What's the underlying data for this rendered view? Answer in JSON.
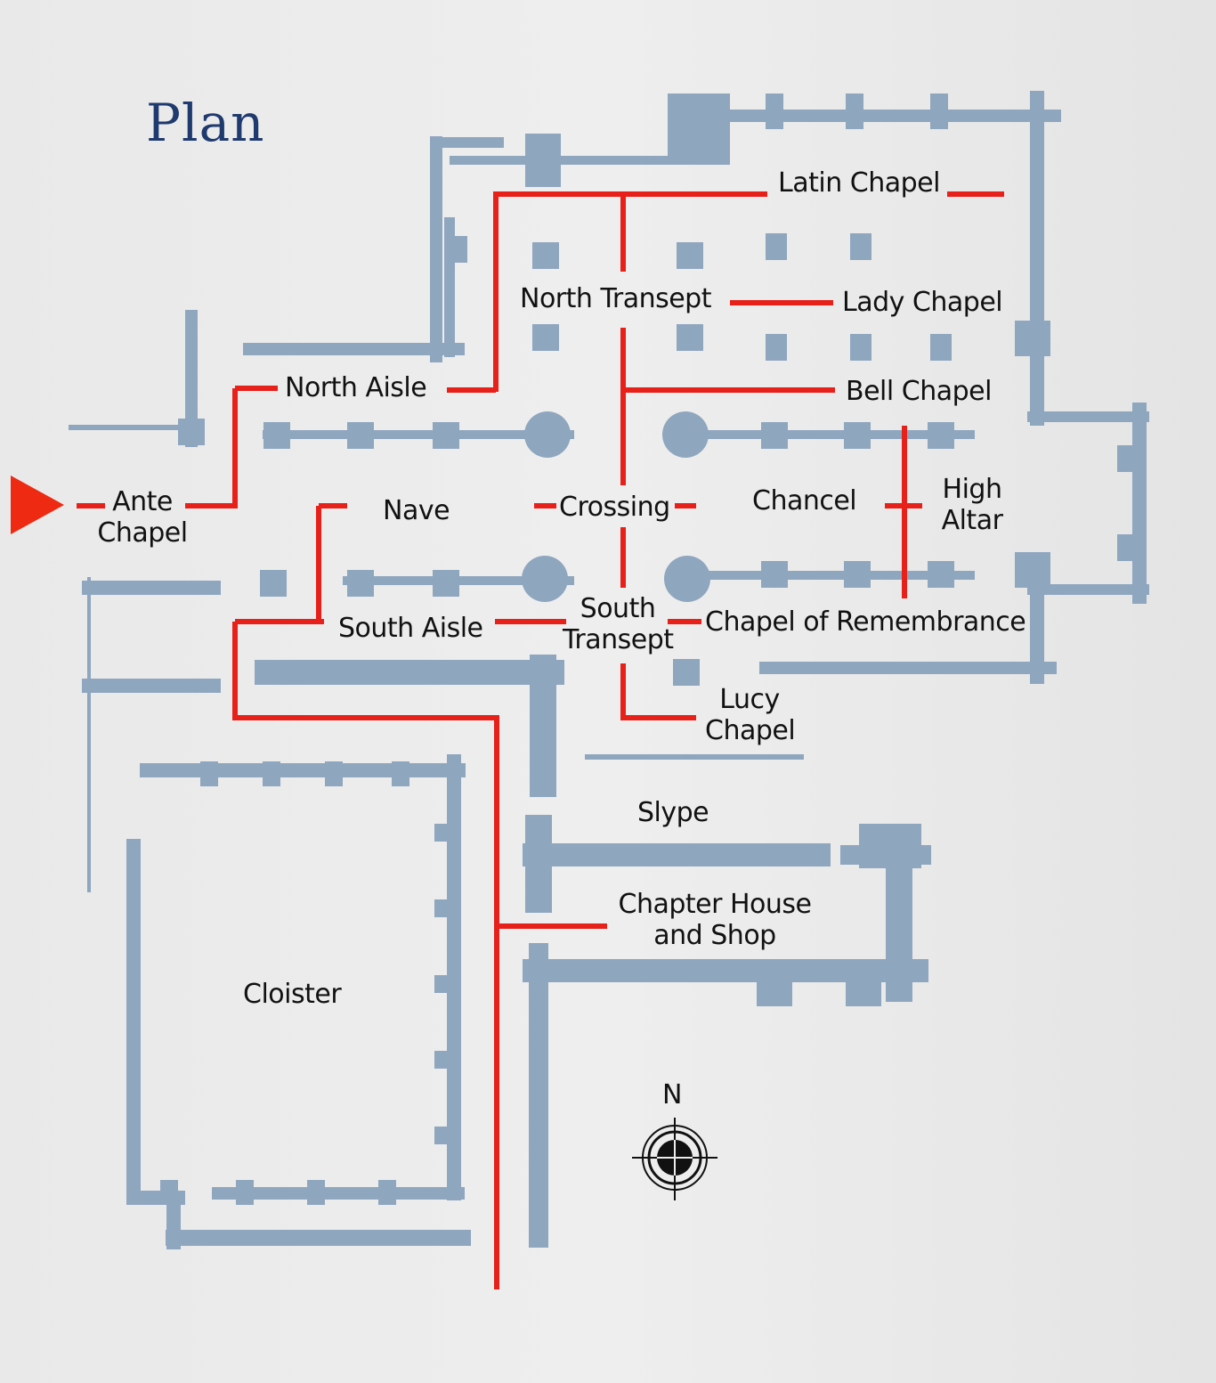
{
  "title": "Plan",
  "colors": {
    "route": "#e8201a",
    "walls": "#8fa6bf",
    "title": "#1f3a6e",
    "entrance": "#ee2a12"
  },
  "labels": {
    "latin_chapel": "Latin Chapel",
    "north_transept": "North Transept",
    "lady_chapel": "Lady Chapel",
    "north_aisle": "North Aisle",
    "bell_chapel": "Bell Chapel",
    "ante_chapel_1": "Ante",
    "ante_chapel_2": "Chapel",
    "nave": "Nave",
    "crossing": "Crossing",
    "chancel": "Chancel",
    "high_altar_1": "High",
    "high_altar_2": "Altar",
    "south_aisle": "South Aisle",
    "south_transept_1": "South",
    "south_transept_2": "Transept",
    "chapel_of_remembrance": "Chapel of Remembrance",
    "lucy_chapel_1": "Lucy",
    "lucy_chapel_2": "Chapel",
    "slype": "Slype",
    "chapter_house_1": "Chapter House",
    "chapter_house_2": "and Shop",
    "cloister": "Cloister"
  },
  "compass": {
    "north_label": "N",
    "icon": "compass-rose-icon"
  },
  "entrance": {
    "icon": "entrance-arrow-icon"
  }
}
